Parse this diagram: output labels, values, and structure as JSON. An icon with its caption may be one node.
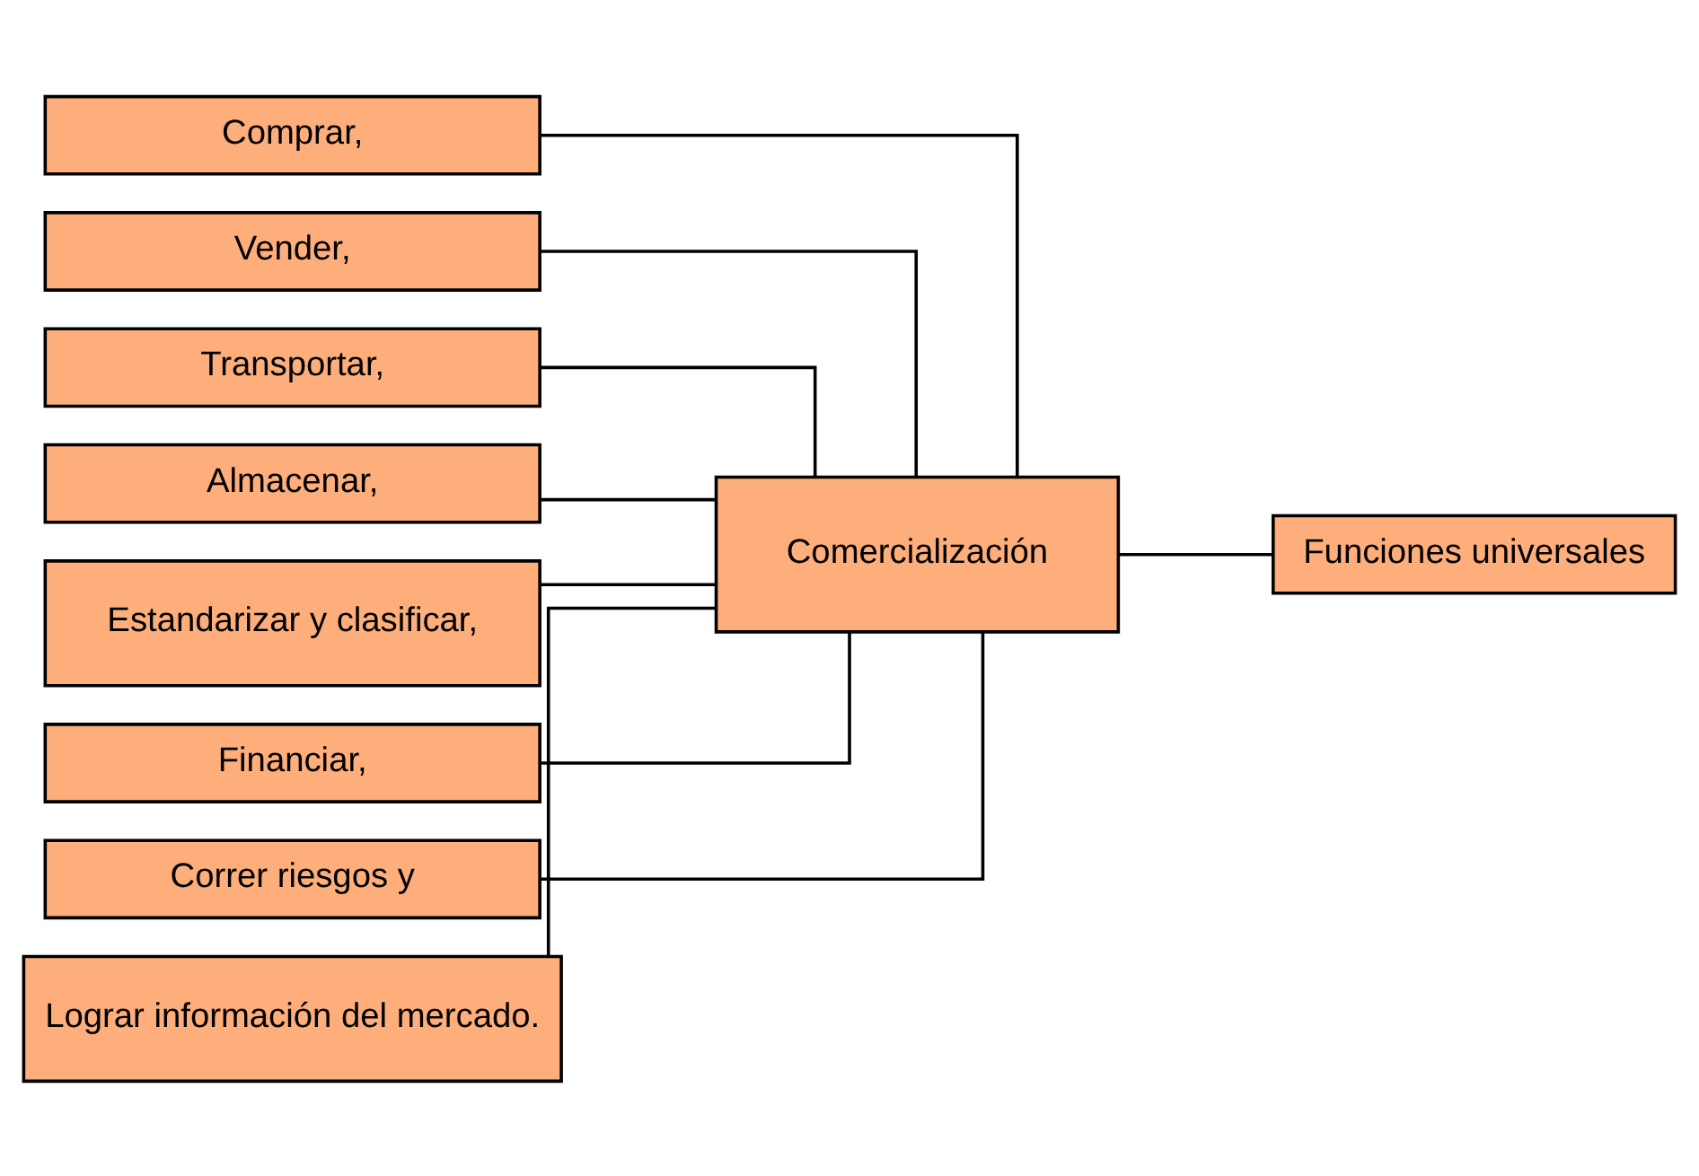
{
  "diagram": {
    "nodes": [
      {
        "text": [
          "Comercialización"
        ]
      },
      {
        "text": [
          "Funciones universales"
        ]
      },
      {
        "text": [
          "Comprar,"
        ]
      },
      {
        "text": [
          "Vender,"
        ]
      },
      {
        "text": [
          "Transportar,"
        ]
      },
      {
        "text": [
          "Almacenar,"
        ]
      },
      {
        "text": [
          "Estandarizar y clasificar,"
        ]
      },
      {
        "text": [
          "Financiar,"
        ]
      },
      {
        "text": [
          "Correr riesgos y"
        ]
      },
      {
        "text": [
          "Lograr información del mercado."
        ]
      }
    ],
    "edges": [
      {
        "from": 0,
        "to": 2,
        "arrow": "none"
      },
      {
        "from": 0,
        "to": 3,
        "arrow": "none"
      },
      {
        "from": 0,
        "to": 4,
        "arrow": "none"
      },
      {
        "from": 0,
        "to": 5,
        "arrow": "none"
      },
      {
        "from": 0,
        "to": 6,
        "arrow": "none"
      },
      {
        "from": 0,
        "to": 7,
        "arrow": "none"
      },
      {
        "from": 0,
        "to": 8,
        "arrow": "none"
      },
      {
        "from": 0,
        "to": 9,
        "arrow": "none"
      },
      {
        "from": 1,
        "to": 0,
        "arrow": "none"
      }
    ]
  }
}
